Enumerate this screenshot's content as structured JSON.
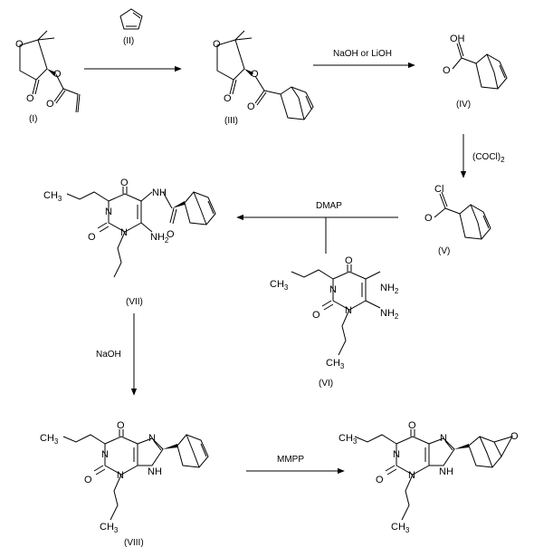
{
  "compounds": {
    "I": {
      "label": "(I)"
    },
    "II": {
      "label": "(II)"
    },
    "III": {
      "label": "(III)"
    },
    "IV": {
      "label": "(IV)"
    },
    "V": {
      "label": "(V)"
    },
    "VI": {
      "label": "(VI)"
    },
    "VII": {
      "label": "(VII)"
    },
    "VIII": {
      "label": "(VIII)"
    }
  },
  "reagents": {
    "step2": "NaOH or LiOH",
    "step3_open": "(COCl)",
    "step3_sub": "2",
    "step4": "DMAP",
    "step5": "NaOH",
    "step6": "MMPP"
  },
  "atoms": {
    "O": "O",
    "N": "N",
    "H": "H",
    "OH": "OH",
    "Cl": "Cl",
    "NH": "NH",
    "NH2": "NH",
    "two": "2",
    "CH2": "CH",
    "CH3": "CH",
    "three": "3"
  }
}
